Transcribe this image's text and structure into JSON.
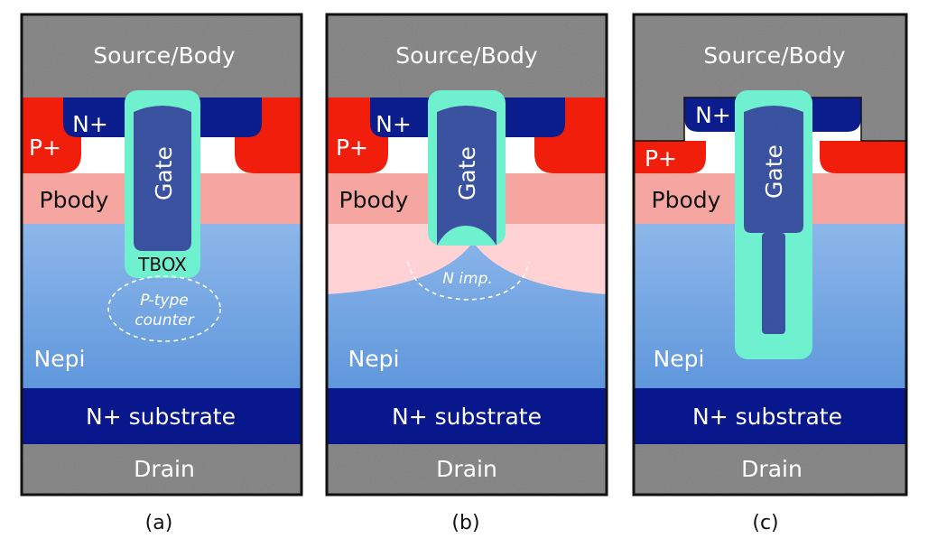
{
  "panels": [
    {
      "id": "a",
      "caption": "(a)",
      "source_label": "Source/Body",
      "nplus_label": "N+",
      "pplus_label": "P+",
      "pbody_label": "Pbody",
      "gate_label": "Gate",
      "tbox_label": "TBOX",
      "implant_line1": "P-type",
      "implant_line2": "counter",
      "nepi_label": "Nepi",
      "substrate_label": "N+ substrate",
      "drain_label": "Drain"
    },
    {
      "id": "b",
      "caption": "(b)",
      "source_label": "Source/Body",
      "nplus_label": "N+",
      "pplus_label": "P+",
      "pbody_label": "Pbody",
      "gate_label": "Gate",
      "implant_label": "N imp.",
      "nepi_label": "Nepi",
      "substrate_label": "N+ substrate",
      "drain_label": "Drain"
    },
    {
      "id": "c",
      "caption": "(c)",
      "source_label": "Source/Body",
      "nplus_label": "N+",
      "pplus_label": "P+",
      "pbody_label": "Pbody",
      "gate_label": "Gate",
      "nepi_label": "Nepi",
      "substrate_label": "N+ substrate",
      "drain_label": "Drain"
    }
  ],
  "colors": {
    "metal": "#8c8c8c",
    "nplus": "#0b1d8c",
    "pplus": "#f01e0a",
    "pbody": "#f5a6a0",
    "nepi": "#7aa9e2",
    "substrate": "#08178c",
    "oxide": "#6ff0cf",
    "gate": "#3d57a8",
    "counter": "#ffd2d6"
  }
}
